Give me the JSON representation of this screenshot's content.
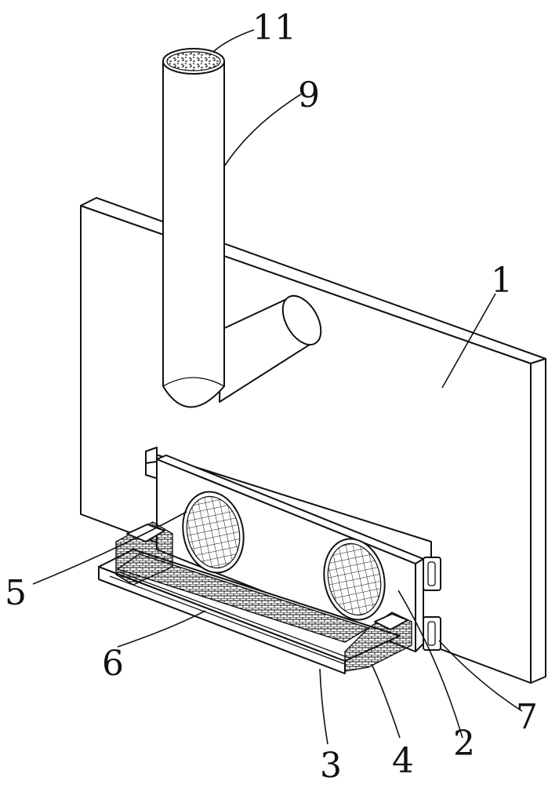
{
  "labels": {
    "l1": "1",
    "l2": "2",
    "l3": "3",
    "l4": "4",
    "l5": "5",
    "l6": "6",
    "l7": "7",
    "l9": "9",
    "l11": "11"
  },
  "colors": {
    "line": "#111111",
    "background": "#ffffff"
  }
}
